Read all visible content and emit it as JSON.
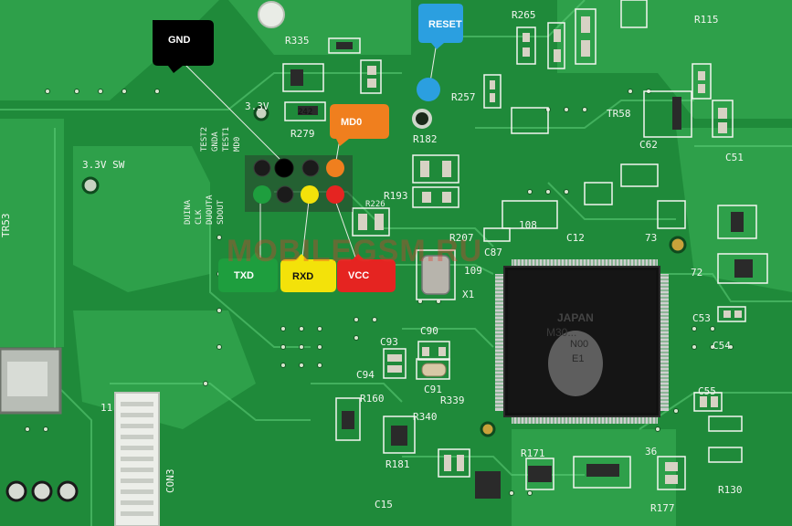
{
  "callouts": {
    "gnd": "GND",
    "reset": "RESET",
    "md0": "MD0",
    "txd": "TXD",
    "rxd": "RXD",
    "vcc": "VCC"
  },
  "silkscreen": {
    "r335": "R335",
    "r265": "R265",
    "r115": "R115",
    "r257": "R257",
    "r279": "R279",
    "r182": "R182",
    "r193": "R193",
    "r226": "R226",
    "r207": "R207",
    "r160": "R160",
    "r339": "R339",
    "r340": "R340",
    "r181": "R181",
    "r171": "R171",
    "r177": "R177",
    "r130": "R130",
    "c12": "C12",
    "c51": "C51",
    "c53": "C53",
    "c54": "C54",
    "c55": "C55",
    "c62": "C62",
    "c90": "C90",
    "c91": "C91",
    "c93": "C93",
    "c94": "C94",
    "c87": "C87",
    "c15": "C15",
    "x1": "X1",
    "tr58": "TR58",
    "tr53": "TR53",
    "con3": "CON3",
    "v33": "3.3V",
    "v33sw": "3.3V SW",
    "test2": "TEST2",
    "gnda": "GNDA",
    "test1": "TEST1",
    "md0pin": "MD0",
    "duina": "DUINA",
    "clk": "CLK",
    "duouta": "DUOUTA",
    "sdout": "SDOUT",
    "n11": "11",
    "n36": "36",
    "n72": "72",
    "n73": "73",
    "n108": "108",
    "n109": "109",
    "chip_mark": "242",
    "ic_logo": "JAPAN",
    "ic_line2": "M30...",
    "ic_line3": "N00",
    "ic_line4": "E1"
  },
  "watermark": "MOBILEGSM.RU",
  "colors": {
    "board": "#1f8a3a",
    "gnd": "#000000",
    "reset": "#2b9fe0",
    "md0": "#f07f1e",
    "txd": "#1e9e3e",
    "rxd": "#f3e20a",
    "vcc": "#e52421"
  }
}
